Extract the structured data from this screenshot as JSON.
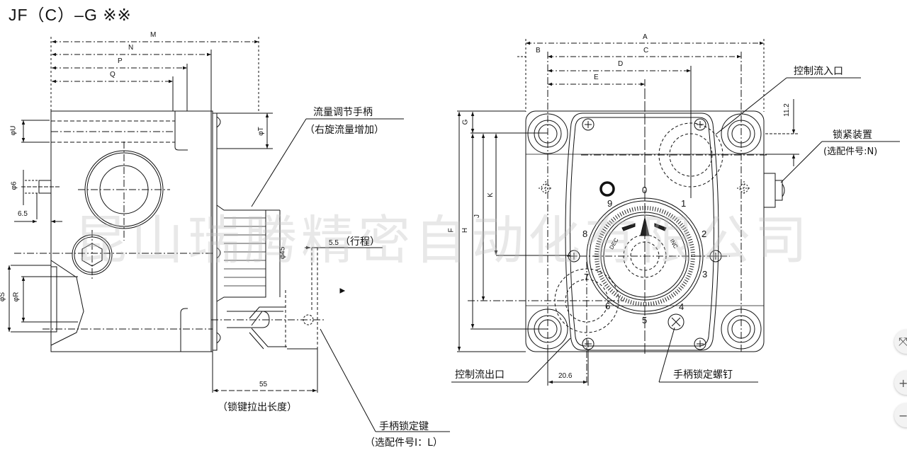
{
  "title": "JF（C）–G ※※",
  "watermark": "昆山瑞腾精密自动化有限公司",
  "side_view": {
    "dimensions": {
      "M": "M",
      "N": "N",
      "P": "P",
      "Q": "Q",
      "phiU": "φU",
      "phi6": "φ6",
      "d6_5": "6.5",
      "phiS": "φS",
      "phiR": "φR",
      "phiT": "φT",
      "phi45": "φ45",
      "stroke": "5.5",
      "pull_len": "55"
    },
    "labels": {
      "handle": "流量调节手柄",
      "handle_note": "（右旋流量增加）",
      "stroke_note": "（行程）",
      "pull_note": "（锁键拉出长度）",
      "lock_key": "手柄锁定键",
      "lock_key_note": "（选配件号I：L）"
    }
  },
  "front_view": {
    "dimensions": {
      "A": "A",
      "B": "B",
      "C": "C",
      "D": "D",
      "E": "E",
      "F": "F",
      "G": "G",
      "H": "H",
      "J": "J",
      "K": "K",
      "d11_2": "11.2",
      "d20_6": "20.6"
    },
    "dial": {
      "numbers": [
        "0",
        "1",
        "2",
        "3",
        "4",
        "5",
        "6",
        "7",
        "8",
        "9"
      ],
      "dec": "DEC",
      "inc": "INC"
    },
    "labels": {
      "inlet": "控制流入口",
      "outlet": "控制流出口",
      "lock_device": "锁紧装置",
      "lock_device_note": "(选配件号:N)",
      "lock_screw": "手柄锁定螺钉"
    }
  },
  "viewer_controls": {
    "fit": "⤧",
    "zoom_in": "+",
    "zoom_out": "−"
  }
}
